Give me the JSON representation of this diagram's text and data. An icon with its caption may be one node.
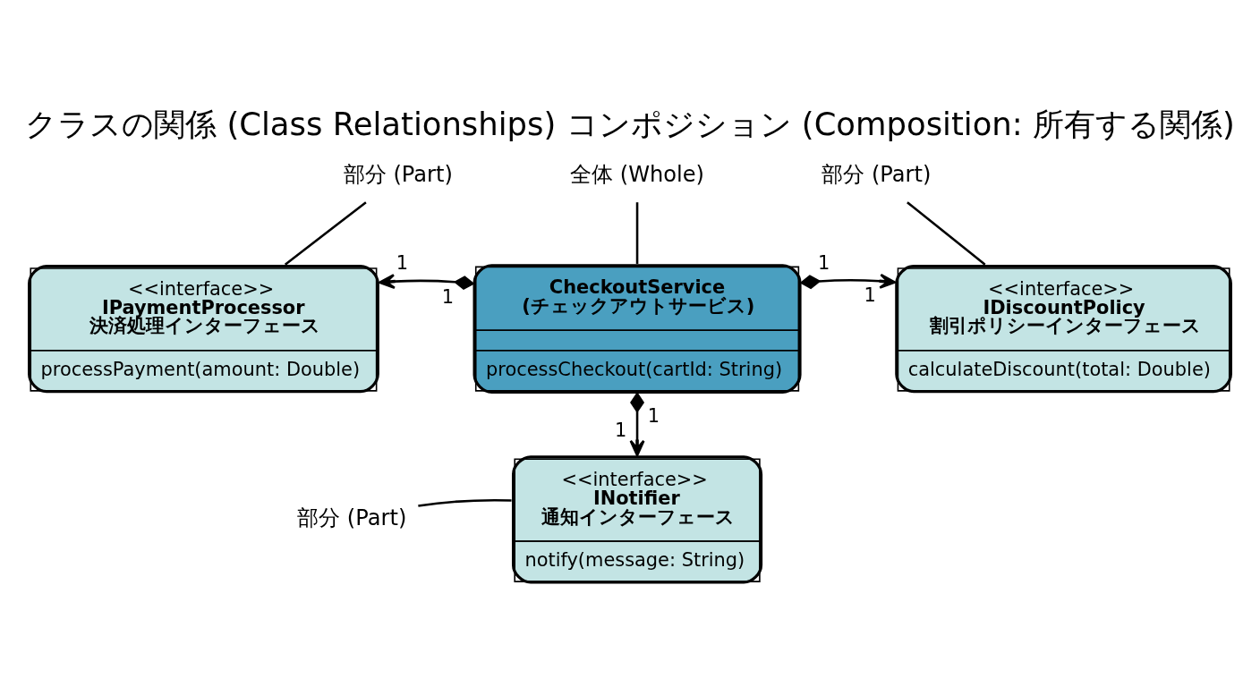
{
  "diagram": {
    "title": "クラスの関係 (Class Relationships) コンポジション (Composition: 所有する関係)",
    "nodes": [
      {
        "text": [
          "部分 (Part)"
        ]
      },
      {
        "text": [
          "<<interface>>",
          "IPaymentProcessor",
          "決済処理インターフェース",
          "processPayment(amount: Double)"
        ]
      },
      {
        "text": [
          "全体 (Whole)"
        ]
      },
      {
        "text": [
          "CheckoutService",
          "(チェックアウトサービス)",
          "processCheckout(cartId: String)"
        ]
      },
      {
        "text": [
          "部分 (Part)"
        ]
      },
      {
        "text": [
          "<<interface>>",
          "IDiscountPolicy",
          "割引ポリシーインターフェース",
          "calculateDiscount(total: Double)"
        ]
      },
      {
        "text": [
          "<<interface>>",
          "INotifier",
          "通知インターフェース",
          "notify(message: String)"
        ]
      },
      {
        "text": [
          "部分 (Part)"
        ]
      }
    ],
    "edges": [
      {
        "from": 0,
        "to": 1,
        "arrow": "none"
      },
      {
        "from": 2,
        "to": 3,
        "arrow": "none"
      },
      {
        "from": 4,
        "to": 5,
        "arrow": "none"
      },
      {
        "from": 3,
        "to": 1,
        "arrow": "to"
      },
      {
        "from": 3,
        "to": 5,
        "arrow": "to"
      },
      {
        "from": 3,
        "to": 6,
        "arrow": "to"
      },
      {
        "from": 7,
        "to": 6,
        "arrow": "none"
      }
    ],
    "labels": [
      "1",
      "1",
      "1",
      "1",
      "1",
      "1"
    ]
  }
}
